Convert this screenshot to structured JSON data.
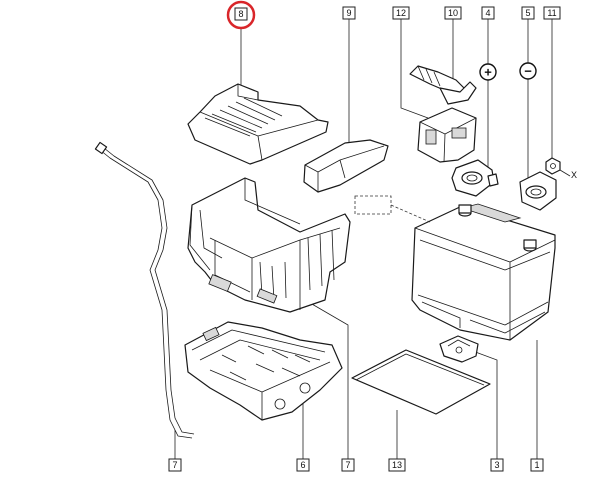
{
  "highlight_color": "#d9262a",
  "callouts": [
    {
      "id": "c8",
      "label": "8",
      "highlighted": true
    },
    {
      "id": "c9",
      "label": "9"
    },
    {
      "id": "c12",
      "label": "12"
    },
    {
      "id": "c10",
      "label": "10"
    },
    {
      "id": "c4",
      "label": "4"
    },
    {
      "id": "c5",
      "label": "5"
    },
    {
      "id": "c11",
      "label": "11"
    },
    {
      "id": "c7a",
      "label": "7"
    },
    {
      "id": "c6",
      "label": "6"
    },
    {
      "id": "c7b",
      "label": "7"
    },
    {
      "id": "c13",
      "label": "13"
    },
    {
      "id": "c3",
      "label": "3"
    },
    {
      "id": "c1",
      "label": "1"
    }
  ],
  "symbols": {
    "positive": "+",
    "negative": "−",
    "axis": "X"
  }
}
